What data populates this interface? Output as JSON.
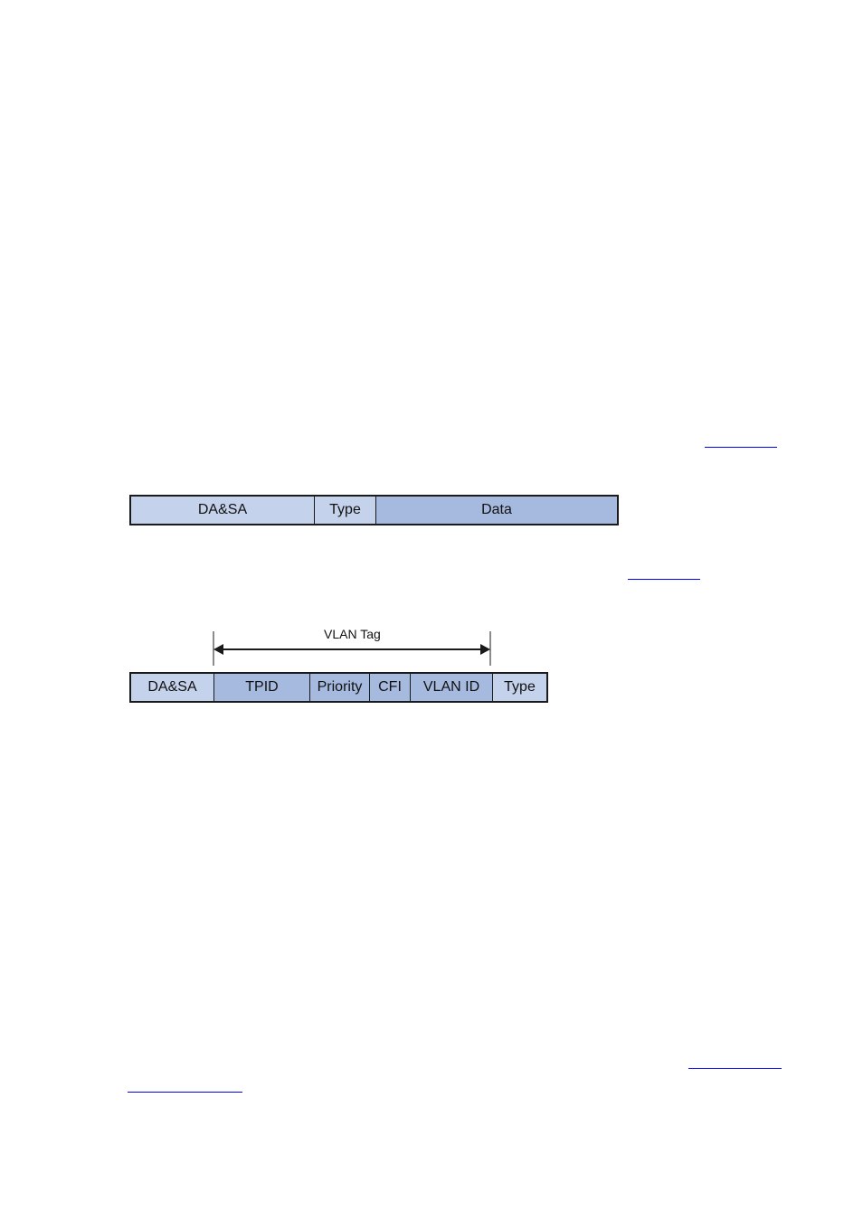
{
  "untagged_frame": {
    "fields": [
      {
        "label": "DA&SA",
        "shade": "light"
      },
      {
        "label": "Type",
        "shade": "light"
      },
      {
        "label": "Data",
        "shade": "dark"
      }
    ]
  },
  "tagged_frame": {
    "tag_label": "VLAN Tag",
    "fields": [
      {
        "label": "DA&SA",
        "shade": "light"
      },
      {
        "label": "TPID",
        "shade": "dark"
      },
      {
        "label": "Priority",
        "shade": "dark"
      },
      {
        "label": "CFI",
        "shade": "dark"
      },
      {
        "label": "VLAN ID",
        "shade": "dark"
      },
      {
        "label": "Type",
        "shade": "light"
      }
    ]
  },
  "colors": {
    "light_field": "#c5d2ec",
    "dark_field": "#a6b9de",
    "border": "#1a1a1a",
    "link": "#0000ff"
  }
}
